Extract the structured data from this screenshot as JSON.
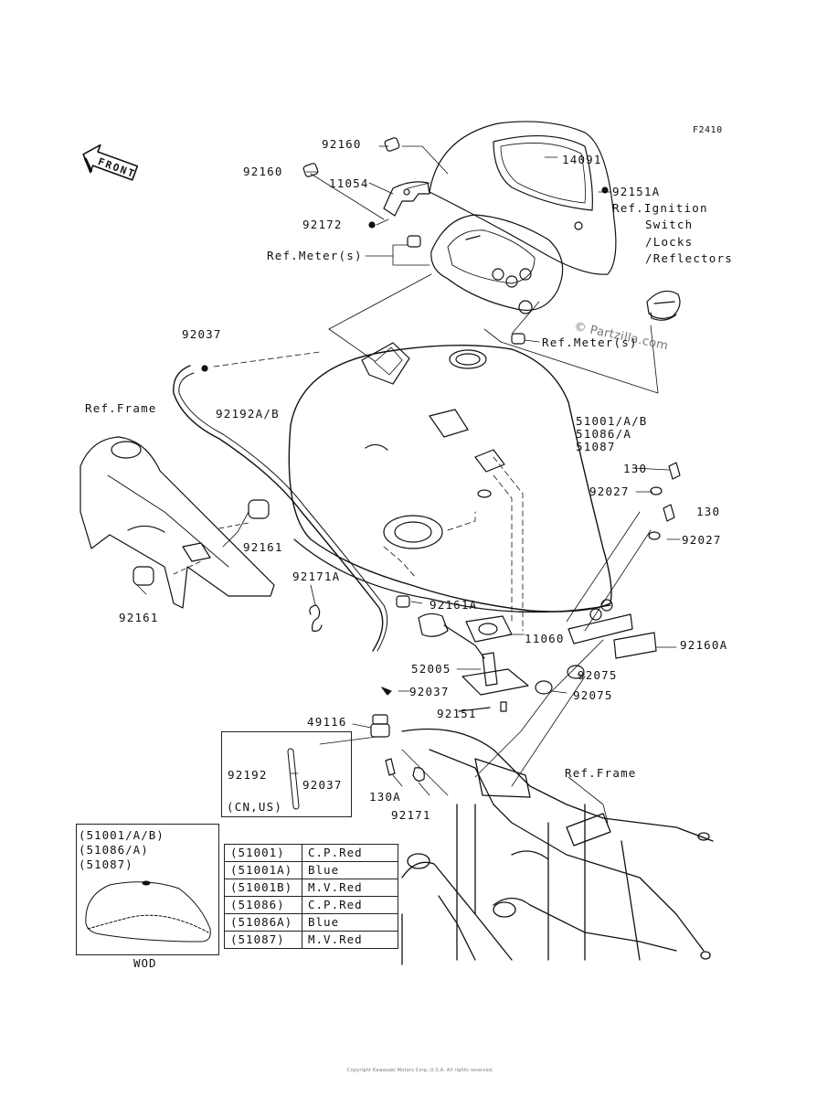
{
  "figure_code": "F2410",
  "front_label": "FRONT",
  "watermark": "© Partzilla.com",
  "labels": {
    "p92160_top": "92160",
    "p92160_left": "92160",
    "p14091": "14091",
    "p11054": "11054",
    "p92151A": "92151A",
    "ref_ignition_1": "Ref.Ignition",
    "ref_ignition_2": "Switch",
    "ref_ignition_3": "/Locks",
    "ref_ignition_4": "/Reflectors",
    "p92172": "92172",
    "ref_meter_1": "Ref.Meter(s)",
    "ref_meter_2": "Ref.Meter(s)",
    "p92037_top": "92037",
    "p92192AB": "92192A/B",
    "ref_frame_1": "Ref.Frame",
    "tank_1": "51001/A/B",
    "tank_2": "51086/A",
    "tank_3": "51087",
    "p130_a": "130",
    "p92027_a": "92027",
    "p130_b": "130",
    "p92027_b": "92027",
    "p92161_a": "92161",
    "p92161_b": "92161",
    "p92171A": "92171A",
    "p92161A": "92161A",
    "p11060": "11060",
    "p92160A": "92160A",
    "p52005": "52005",
    "p92075_a": "92075",
    "p92075_b": "92075",
    "p92037_mid": "92037",
    "p92151": "92151",
    "p49116": "49116",
    "p92192": "92192",
    "p92037_box": "92037",
    "cn_us": "(CN,US)",
    "p130A": "130A",
    "p92171": "92171",
    "ref_frame_2": "Ref.Frame"
  },
  "legend": {
    "lines": [
      "(51001/A/B)",
      "(51086/A)",
      "(51087)"
    ],
    "caption": "WOD"
  },
  "color_table": [
    {
      "code": "(51001)",
      "color": "C.P.Red"
    },
    {
      "code": "(51001A)",
      "color": "Blue"
    },
    {
      "code": "(51001B)",
      "color": "M.V.Red"
    },
    {
      "code": "(51086)",
      "color": "C.P.Red"
    },
    {
      "code": "(51086A)",
      "color": "Blue"
    },
    {
      "code": "(51087)",
      "color": "M.V.Red"
    }
  ],
  "footer": "Copyright Kawasaki Motors Corp.,U.S.A. All rights reserved.",
  "colors": {
    "ink": "#111111",
    "background": "#ffffff",
    "watermark": "#777777"
  }
}
